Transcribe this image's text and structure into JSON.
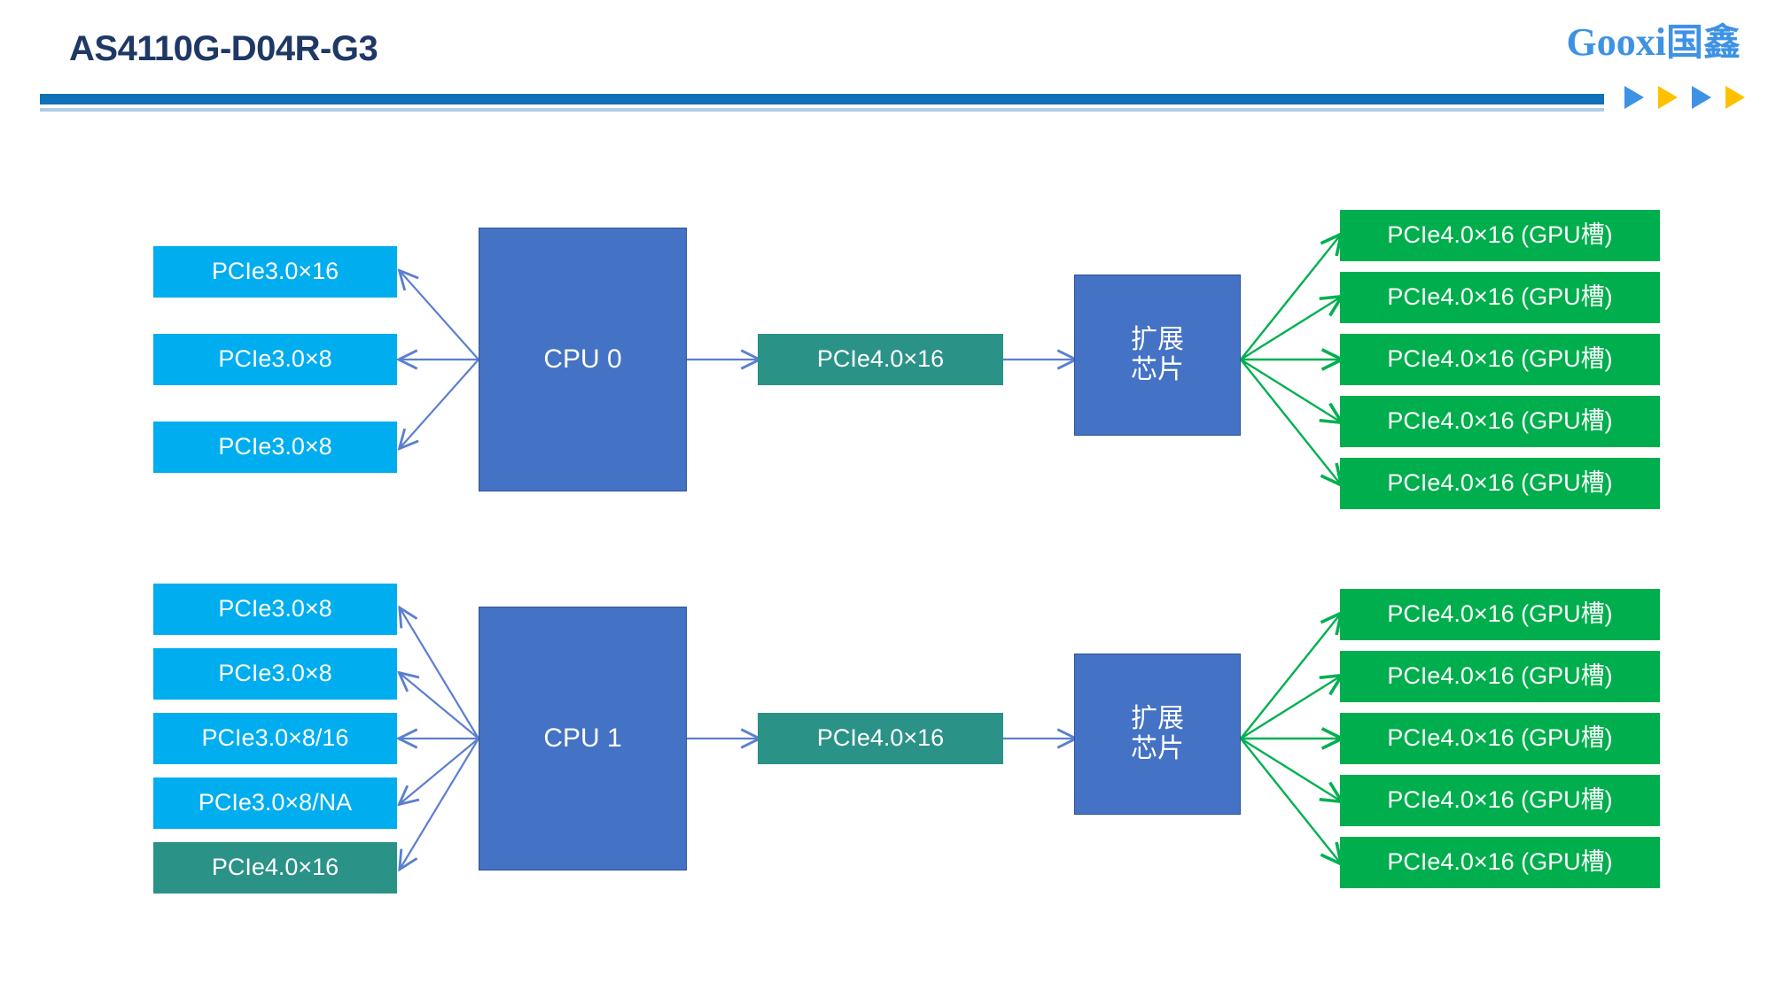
{
  "header": {
    "title": "AS4110G-D04R-G3",
    "logo_latin": "Gooxi",
    "logo_cjk": "国鑫",
    "accent_blue": "#1070B8",
    "accent_light": "#AFCDE7",
    "logo_color": "#3E92E3",
    "triangles": [
      "blue",
      "yellow",
      "blue",
      "yellow"
    ]
  },
  "palette": {
    "lightblue": "#00ADEF",
    "green": "#00AE4D",
    "teal": "#2B9287",
    "cpu_blue": "#4472C4",
    "cpu_border": "#2F528F",
    "blue_arrow": "#4472C4",
    "green_arrow": "#00B050",
    "title_navy": "#1F3864"
  },
  "diagram": {
    "type": "block-diagram",
    "groups": [
      {
        "id": "cpu0-group",
        "cpu_label": "CPU 0",
        "left_ports": [
          {
            "label": "PCIe3.0×16",
            "color": "lightblue"
          },
          {
            "label": "PCIe3.0×8",
            "color": "lightblue"
          },
          {
            "label": "PCIe3.0×8",
            "color": "lightblue"
          }
        ],
        "uplink": {
          "label": "PCIe4.0×16",
          "color": "teal"
        },
        "chip_label_line1": "扩展",
        "chip_label_line2": "芯片",
        "gpu_slots": [
          {
            "label": "PCIe4.0×16 (GPU槽)",
            "color": "green"
          },
          {
            "label": "PCIe4.0×16 (GPU槽)",
            "color": "green"
          },
          {
            "label": "PCIe4.0×16 (GPU槽)",
            "color": "green"
          },
          {
            "label": "PCIe4.0×16 (GPU槽)",
            "color": "green"
          },
          {
            "label": "PCIe4.0×16 (GPU槽)",
            "color": "green"
          }
        ]
      },
      {
        "id": "cpu1-group",
        "cpu_label": "CPU 1",
        "left_ports": [
          {
            "label": "PCIe3.0×8",
            "color": "lightblue"
          },
          {
            "label": "PCIe3.0×8",
            "color": "lightblue"
          },
          {
            "label": "PCIe3.0×8/16",
            "color": "lightblue"
          },
          {
            "label": "PCIe3.0×8/NA",
            "color": "lightblue"
          },
          {
            "label": "PCIe4.0×16",
            "color": "teal"
          }
        ],
        "uplink": {
          "label": "PCIe4.0×16",
          "color": "teal"
        },
        "chip_label_line1": "扩展",
        "chip_label_line2": "芯片",
        "gpu_slots": [
          {
            "label": "PCIe4.0×16 (GPU槽)",
            "color": "green"
          },
          {
            "label": "PCIe4.0×16 (GPU槽)",
            "color": "green"
          },
          {
            "label": "PCIe4.0×16 (GPU槽)",
            "color": "green"
          },
          {
            "label": "PCIe4.0×16 (GPU槽)",
            "color": "green"
          },
          {
            "label": "PCIe4.0×16 (GPU槽)",
            "color": "green"
          }
        ]
      }
    ]
  }
}
